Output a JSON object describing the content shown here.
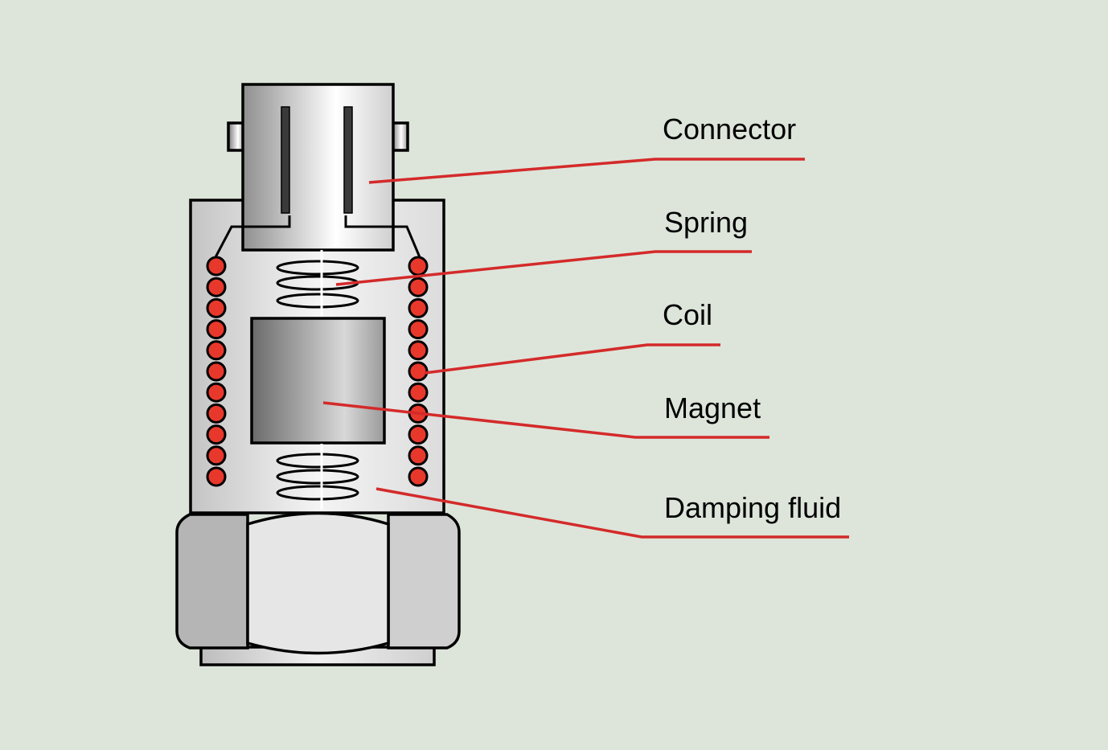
{
  "labels": {
    "connector": "Connector",
    "spring": "Spring",
    "coil": "Coil",
    "magnet": "Magnet",
    "damping": "Damping fluid"
  },
  "colors": {
    "background": "#dde5da",
    "leader": "#d42a2a",
    "coil_dot": "#e8382c"
  }
}
